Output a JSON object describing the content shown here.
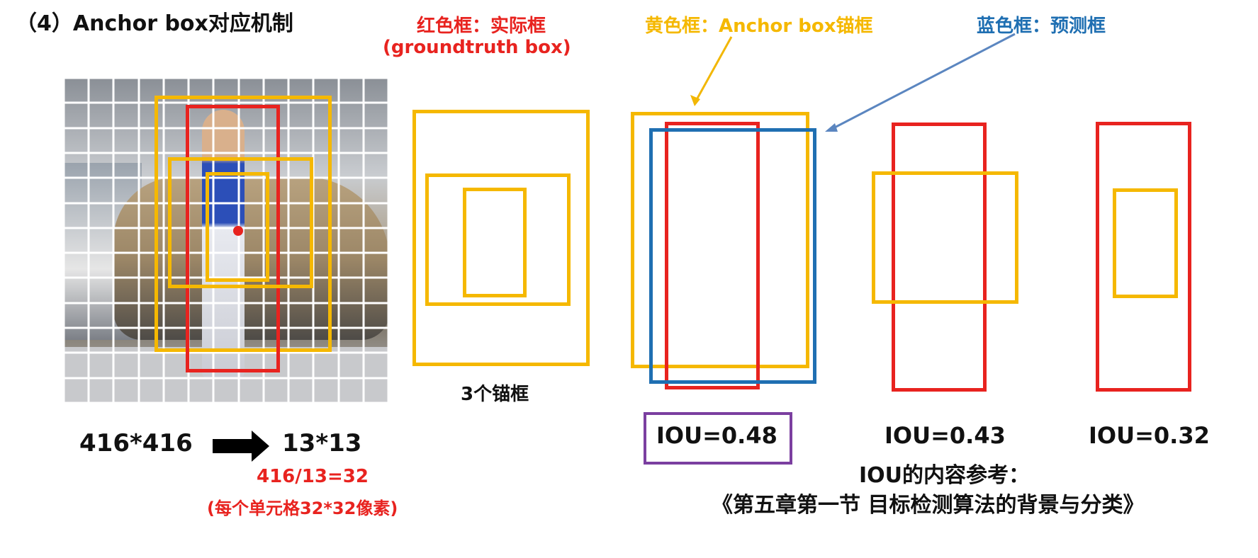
{
  "title": "（4）Anchor box对应机制",
  "legend": {
    "red_label": "红色框：实际框",
    "red_sub": "(groundtruth box)",
    "yellow_label": "黄色框：Anchor box锚框",
    "blue_label": "蓝色框：预测框"
  },
  "grid": {
    "input_size": "416*416",
    "output_size": "13*13",
    "calc": "416/13=32",
    "cell_note": "(每个单元格32*32像素)",
    "cells": 13
  },
  "anchors_caption": "3个锚框",
  "iou": {
    "values": [
      "IOU=0.48",
      "IOU=0.43",
      "IOU=0.32"
    ],
    "ref_line1": "IOU的内容参考：",
    "ref_line2": "《第五章第一节 目标检测算法的背景与分类》"
  },
  "colors": {
    "red": "#e8231f",
    "yellow": "#f5b800",
    "blue": "#1f6fb2",
    "purple": "#7b3fa0",
    "arrow_yellow": "#f2b705",
    "arrow_blue": "#5b86c0"
  }
}
